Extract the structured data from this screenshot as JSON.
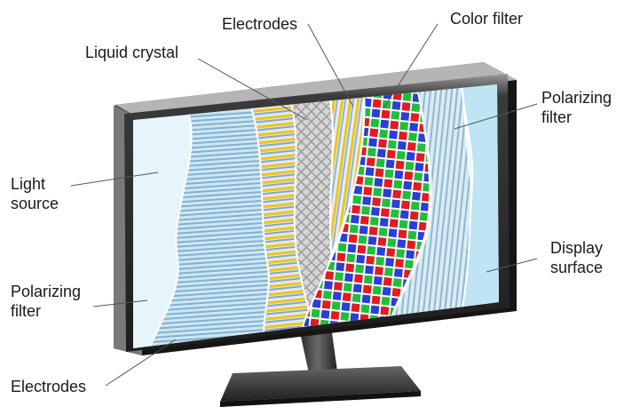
{
  "labels": {
    "electrodes_top": "Electrodes",
    "color_filter": "Color filter",
    "liquid_crystal": "Liquid crystal",
    "polarizing_filter_right": [
      "Polarizing",
      "filter"
    ],
    "light_source": [
      "Light",
      "source"
    ],
    "display_surface": [
      "Display",
      "surface"
    ],
    "polarizing_filter_left": [
      "Polarizing",
      "filter"
    ],
    "electrodes_bottom": "Electrodes"
  },
  "colors": {
    "bezel": "#2a2a2a",
    "bezel_highlight": "#8a8a8a",
    "light_panel": "#e6f4fb",
    "polarizer_line": "#7fb2cf",
    "electrode_yellow": "#f3c21a",
    "electrode_blue": "#7fa8c8",
    "crystal_grid": "#b9b9b9",
    "filter_red": "#e21b23",
    "filter_green": "#1fbf3a",
    "filter_blue": "#2a3fd6",
    "display_panel": "#bfe4f3",
    "stand": "#3a3a3a"
  }
}
